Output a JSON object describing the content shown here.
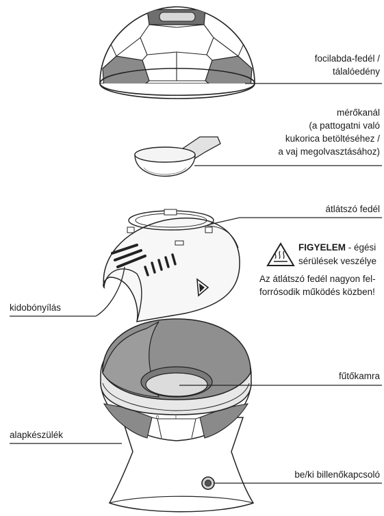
{
  "labels": {
    "dome_lid_line1": "focilabda-fedél /",
    "dome_lid_line2": "tálalóedény",
    "scoop_line1": "mérőkanál",
    "scoop_line2": "(a pattogatni való",
    "scoop_line3": "kukorica betöltéséhez /",
    "scoop_line4": "a vaj megolvasztásához)",
    "clear_lid": "átlátszó fedél",
    "warning_word": "FIGYELEM",
    "warning_rest_line1": " - égési",
    "warning_rest_line2": "sérülések veszélye",
    "warning_text_line1": "Az átlátszó fedél nagyon fel-",
    "warning_text_line2": "forrósodik működés közben!",
    "chute": "kidobónyílás",
    "heating_chamber": "fűtőkamra",
    "base_unit": "alapkészülék",
    "switch": "be/ki billenőkapcsoló"
  },
  "icons": {
    "warning": "hot-surface-warning-icon"
  },
  "colors": {
    "line": "#222222",
    "panel_gray": "#8a8a8a",
    "light_gray": "#bdbdbd",
    "dark_gray": "#6e6e6e"
  }
}
